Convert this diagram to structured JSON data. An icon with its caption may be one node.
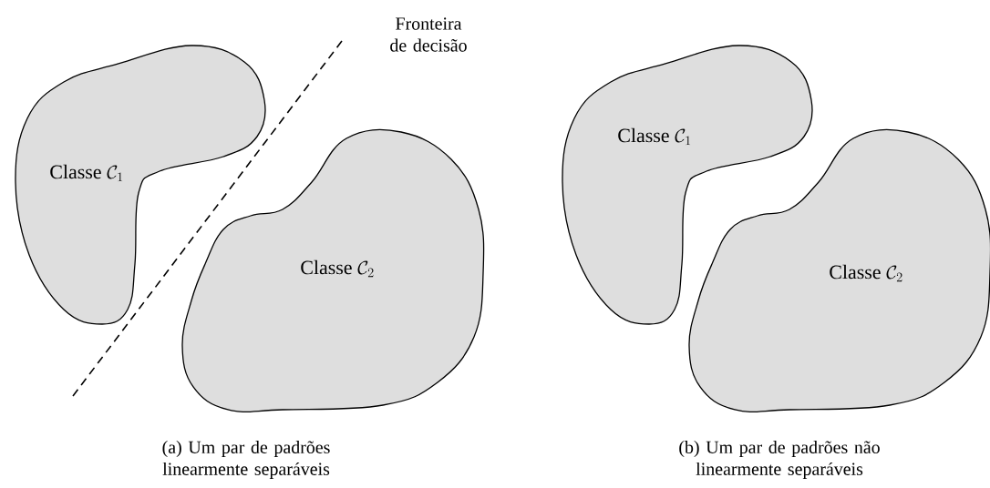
{
  "diagram": {
    "nodes": [
      {
        "text": [
          "\\mathrm{Classe}\\;\\mathcal{C}_1"
        ]
      },
      {
        "text": [
          "\\mathrm{Classe}\\;\\mathcal{C}_2"
        ]
      },
      {
        "text": [
          "\\mathrm{Classe}\\;\\mathcal{C}_1"
        ]
      },
      {
        "text": [
          "\\mathrm{Classe}\\;\\mathcal{C}_2"
        ]
      }
    ],
    "labels": [
      "Fronteira de decisão",
      "(a) Um par de padrões linearmente separáveis",
      "(b) Um par de padrões não linearmente separáveis"
    ]
  }
}
